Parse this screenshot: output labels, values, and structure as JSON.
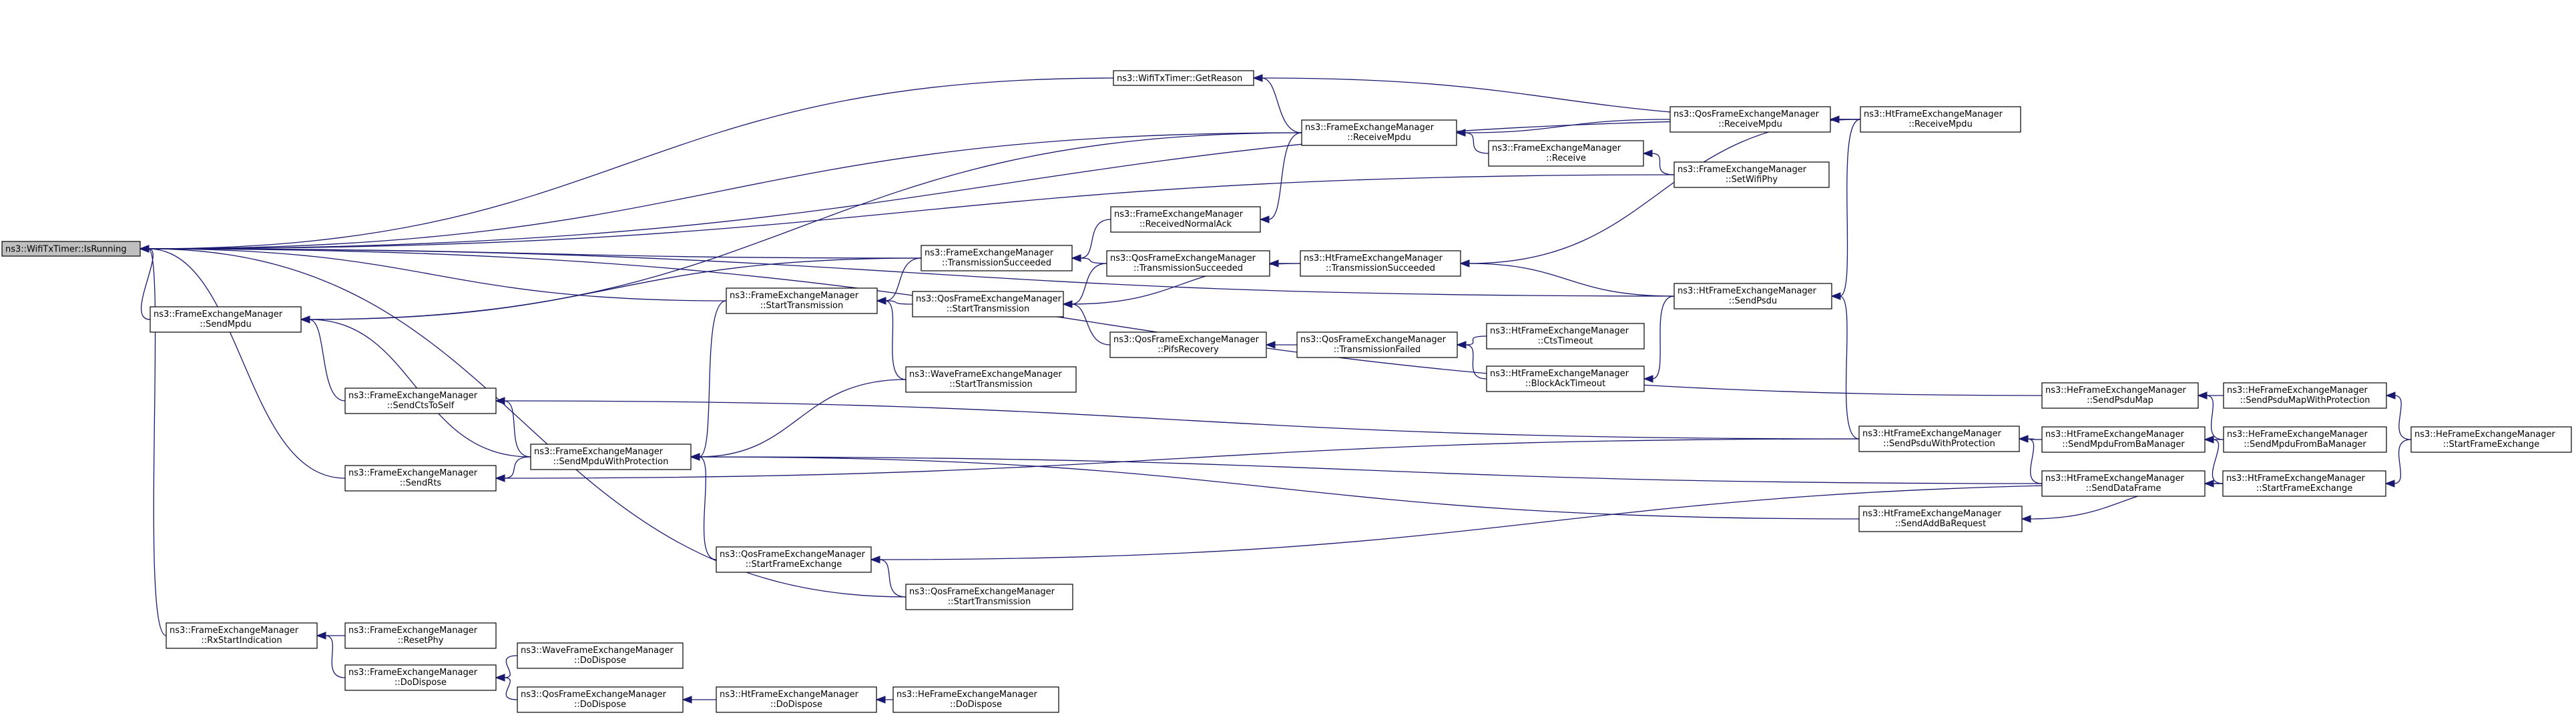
{
  "graph": {
    "nodes": [
      {
        "id": "n0",
        "lines": [
          "ns3::WifiTxTimer::IsRunning"
        ],
        "root": true
      },
      {
        "id": "n1",
        "lines": [
          "ns3::WifiTxTimer::GetReason"
        ]
      },
      {
        "id": "n2",
        "lines": [
          "ns3::FrameExchangeManager",
          "::ReceiveMpdu"
        ]
      },
      {
        "id": "n3",
        "lines": [
          "ns3::QosFrameExchangeManager",
          "::ReceiveMpdu"
        ]
      },
      {
        "id": "n4",
        "lines": [
          "ns3::HtFrameExchangeManager",
          "::ReceiveMpdu"
        ]
      },
      {
        "id": "n5",
        "lines": [
          "ns3::FrameExchangeManager",
          "::Receive"
        ]
      },
      {
        "id": "n6",
        "lines": [
          "ns3::FrameExchangeManager",
          "::SetWifiPhy"
        ]
      },
      {
        "id": "n7",
        "lines": [
          "ns3::FrameExchangeManager",
          "::ReceivedNormalAck"
        ]
      },
      {
        "id": "n8",
        "lines": [
          "ns3::FrameExchangeManager",
          "::TransmissionSucceeded"
        ]
      },
      {
        "id": "n9",
        "lines": [
          "ns3::QosFrameExchangeManager",
          "::TransmissionSucceeded"
        ]
      },
      {
        "id": "n10",
        "lines": [
          "ns3::HtFrameExchangeManager",
          "::TransmissionSucceeded"
        ]
      },
      {
        "id": "n11",
        "lines": [
          "ns3::FrameExchangeManager",
          "::StartTransmission"
        ]
      },
      {
        "id": "n12",
        "lines": [
          "ns3::QosFrameExchangeManager",
          "::StartTransmission"
        ]
      },
      {
        "id": "n13",
        "lines": [
          "ns3::HtFrameExchangeManager",
          "::SendPsdu"
        ]
      },
      {
        "id": "n14",
        "lines": [
          "ns3::FrameExchangeManager",
          "::SendMpdu"
        ]
      },
      {
        "id": "n15",
        "lines": [
          "ns3::QosFrameExchangeManager",
          "::PifsRecovery"
        ]
      },
      {
        "id": "n16",
        "lines": [
          "ns3::QosFrameExchangeManager",
          "::TransmissionFailed"
        ]
      },
      {
        "id": "n17",
        "lines": [
          "ns3::HtFrameExchangeManager",
          "::CtsTimeout"
        ]
      },
      {
        "id": "n18",
        "lines": [
          "ns3::HtFrameExchangeManager",
          "::BlockAckTimeout"
        ]
      },
      {
        "id": "n19",
        "lines": [
          "ns3::WaveFrameExchangeManager",
          "::StartTransmission"
        ]
      },
      {
        "id": "n20",
        "lines": [
          "ns3::FrameExchangeManager",
          "::SendCtsToSelf"
        ]
      },
      {
        "id": "n21",
        "lines": [
          "ns3::FrameExchangeManager",
          "::SendMpduWithProtection"
        ]
      },
      {
        "id": "n22",
        "lines": [
          "ns3::FrameExchangeManager",
          "::SendRts"
        ]
      },
      {
        "id": "n23",
        "lines": [
          "ns3::HeFrameExchangeManager",
          "::SendPsduMap"
        ]
      },
      {
        "id": "n24",
        "lines": [
          "ns3::HeFrameExchangeManager",
          "::SendPsduMapWithProtection"
        ]
      },
      {
        "id": "n25",
        "lines": [
          "ns3::HeFrameExchangeManager",
          "::SendMpduFromBaManager"
        ]
      },
      {
        "id": "n26",
        "lines": [
          "ns3::HeFrameExchangeManager",
          "::StartFrameExchange"
        ]
      },
      {
        "id": "n27",
        "lines": [
          "ns3::HtFrameExchangeManager",
          "::SendPsduWithProtection"
        ]
      },
      {
        "id": "n28",
        "lines": [
          "ns3::HtFrameExchangeManager",
          "::SendMpduFromBaManager"
        ]
      },
      {
        "id": "n29",
        "lines": [
          "ns3::HtFrameExchangeManager",
          "::SendDataFrame"
        ]
      },
      {
        "id": "n30",
        "lines": [
          "ns3::HtFrameExchangeManager",
          "::StartFrameExchange"
        ]
      },
      {
        "id": "n31",
        "lines": [
          "ns3::HtFrameExchangeManager",
          "::SendAddBaRequest"
        ]
      },
      {
        "id": "n32",
        "lines": [
          "ns3::QosFrameExchangeManager",
          "::StartFrameExchange"
        ]
      },
      {
        "id": "n33",
        "lines": [
          "ns3::QosFrameExchangeManager",
          "::StartTransmission"
        ]
      },
      {
        "id": "n34",
        "lines": [
          "ns3::FrameExchangeManager",
          "::RxStartIndication"
        ]
      },
      {
        "id": "n35",
        "lines": [
          "ns3::FrameExchangeManager",
          "::ResetPhy"
        ]
      },
      {
        "id": "n36",
        "lines": [
          "ns3::FrameExchangeManager",
          "::DoDispose"
        ]
      },
      {
        "id": "n37",
        "lines": [
          "ns3::WaveFrameExchangeManager",
          "::DoDispose"
        ]
      },
      {
        "id": "n38",
        "lines": [
          "ns3::QosFrameExchangeManager",
          "::DoDispose"
        ]
      },
      {
        "id": "n39",
        "lines": [
          "ns3::HtFrameExchangeManager",
          "::DoDispose"
        ]
      },
      {
        "id": "n40",
        "lines": [
          "ns3::HeFrameExchangeManager",
          "::DoDispose"
        ]
      }
    ],
    "edges": [
      [
        "n0",
        "n1"
      ],
      [
        "n0",
        "n4"
      ],
      [
        "n0",
        "n23"
      ],
      [
        "n0",
        "n2"
      ],
      [
        "n0",
        "n6"
      ],
      [
        "n0",
        "n8"
      ],
      [
        "n0",
        "n11"
      ],
      [
        "n0",
        "n13"
      ],
      [
        "n0",
        "n14"
      ],
      [
        "n0",
        "n22"
      ],
      [
        "n0",
        "n34"
      ],
      [
        "n0",
        "n33"
      ],
      [
        "n1",
        "n2"
      ],
      [
        "n1",
        "n4"
      ],
      [
        "n2",
        "n3"
      ],
      [
        "n2",
        "n5"
      ],
      [
        "n3",
        "n4"
      ],
      [
        "n5",
        "n6"
      ],
      [
        "n7",
        "n2"
      ],
      [
        "n8",
        "n7"
      ],
      [
        "n8",
        "n9"
      ],
      [
        "n9",
        "n10"
      ],
      [
        "n10",
        "n4"
      ],
      [
        "n10",
        "n13"
      ],
      [
        "n11",
        "n8"
      ],
      [
        "n11",
        "n12"
      ],
      [
        "n11",
        "n19"
      ],
      [
        "n12",
        "n9"
      ],
      [
        "n12",
        "n10"
      ],
      [
        "n12",
        "n15"
      ],
      [
        "n13",
        "n4"
      ],
      [
        "n13",
        "n27"
      ],
      [
        "n14",
        "n2"
      ],
      [
        "n14",
        "n8"
      ],
      [
        "n14",
        "n20"
      ],
      [
        "n14",
        "n21"
      ],
      [
        "n15",
        "n16"
      ],
      [
        "n16",
        "n17"
      ],
      [
        "n16",
        "n18"
      ],
      [
        "n18",
        "n13"
      ],
      [
        "n20",
        "n21"
      ],
      [
        "n20",
        "n27"
      ],
      [
        "n21",
        "n11"
      ],
      [
        "n21",
        "n19"
      ],
      [
        "n21",
        "n32"
      ],
      [
        "n21",
        "n29"
      ],
      [
        "n21",
        "n31"
      ],
      [
        "n22",
        "n21"
      ],
      [
        "n22",
        "n27"
      ],
      [
        "n23",
        "n24"
      ],
      [
        "n23",
        "n25"
      ],
      [
        "n24",
        "n26"
      ],
      [
        "n27",
        "n28"
      ],
      [
        "n27",
        "n29"
      ],
      [
        "n28",
        "n25"
      ],
      [
        "n28",
        "n30"
      ],
      [
        "n29",
        "n30"
      ],
      [
        "n30",
        "n26"
      ],
      [
        "n31",
        "n30"
      ],
      [
        "n32",
        "n30"
      ],
      [
        "n32",
        "n33"
      ],
      [
        "n34",
        "n35"
      ],
      [
        "n34",
        "n36"
      ],
      [
        "n36",
        "n37"
      ],
      [
        "n36",
        "n38"
      ],
      [
        "n38",
        "n39"
      ],
      [
        "n39",
        "n40"
      ]
    ]
  }
}
